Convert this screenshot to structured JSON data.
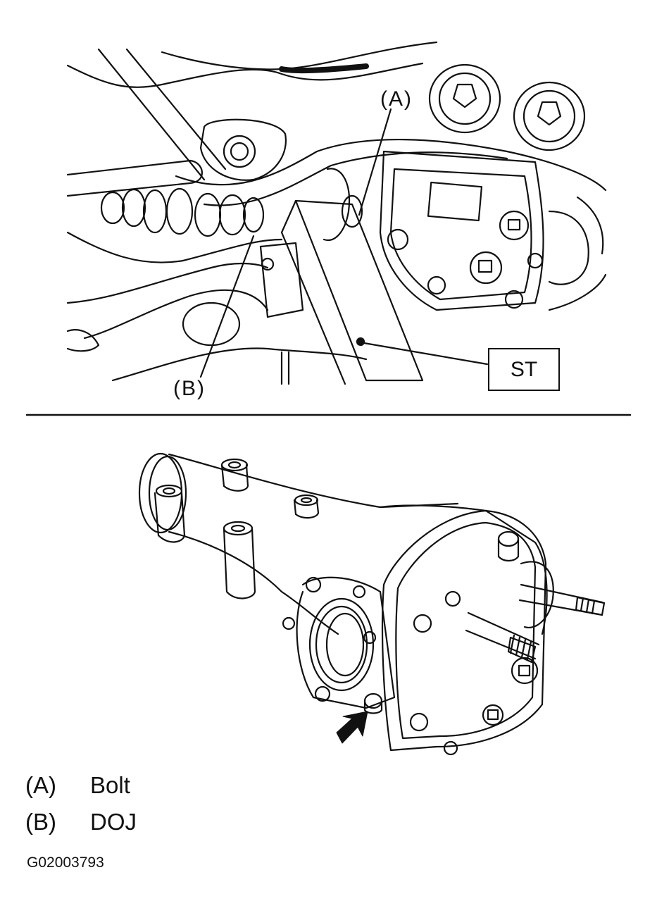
{
  "callouts": {
    "a": "(A)",
    "b": "(B)",
    "st": "ST"
  },
  "legend": [
    {
      "key": "(A)",
      "value": "Bolt"
    },
    {
      "key": "(B)",
      "value": "DOJ"
    }
  ],
  "figure_id": "G02003793",
  "colors": {
    "ink": "#111111",
    "paper": "#ffffff"
  }
}
